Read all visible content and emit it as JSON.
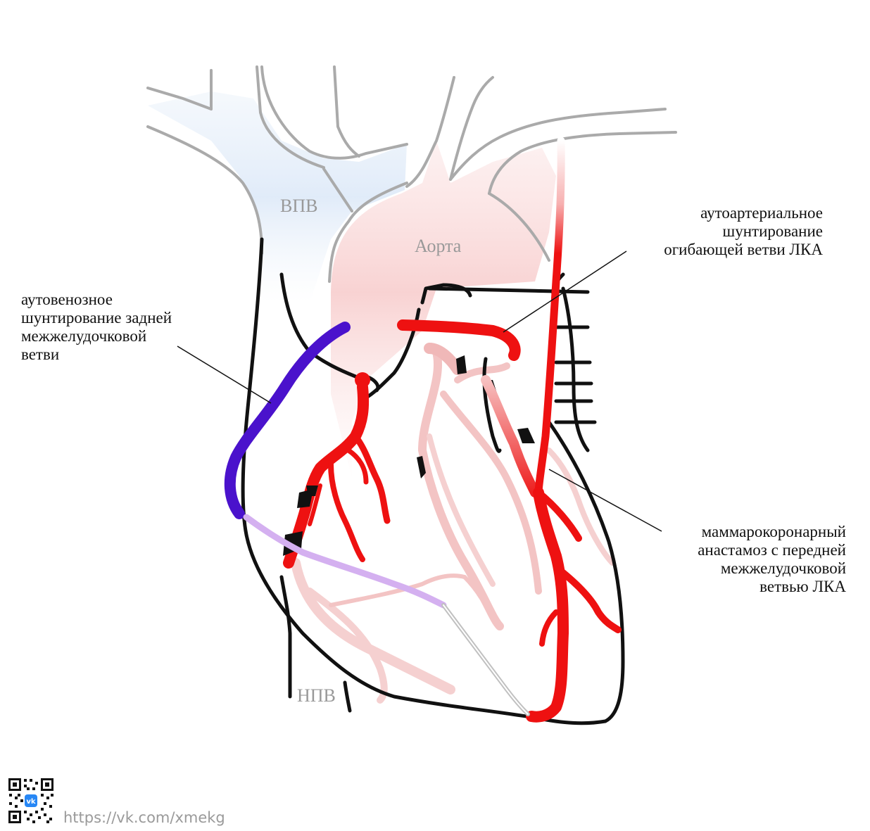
{
  "anatomy": {
    "svc": "ВПВ",
    "aorta": "Аорта",
    "ivc": "НПВ"
  },
  "labels": {
    "arterial_graft": [
      "аутоартериальное",
      "шунтирование",
      "огибающей ветви ЛКА"
    ],
    "venous_graft": [
      "аутовенозное",
      "шунтирование задней",
      "межжелудочковой",
      "ветви"
    ],
    "mammary": [
      "маммарокоронарный",
      "анастамоз с передней",
      "межжелудочковой",
      "ветвью ЛКА"
    ]
  },
  "footer": {
    "url": "https://vk.com/xmekg",
    "qr_badge": "vk"
  },
  "colors": {
    "artery": "#ee1111",
    "vein_graft": "#4a12cc",
    "vein_graft_distal": "#d4b0f0",
    "outline": "#111111",
    "vessel_outline": "#aaaaaa",
    "svc_fill": "#e4eefa",
    "aorta_fill": "#f9d6d6",
    "ghost_artery": "#f3c4c4"
  }
}
